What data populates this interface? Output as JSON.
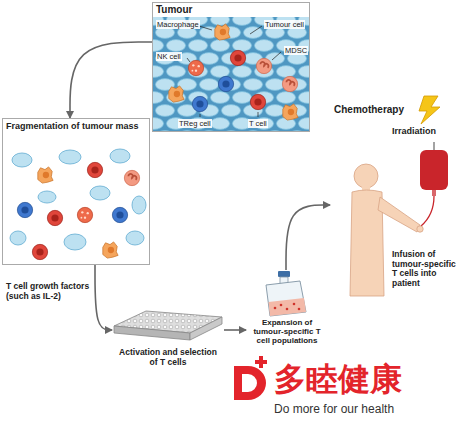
{
  "diagram": {
    "nodes": [
      {
        "text": [
          "Tumour"
        ]
      },
      {
        "text": [
          "Fragmentation of tumour mass"
        ]
      },
      {
        "text": [
          "Activation and selection of T cells"
        ]
      },
      {
        "text": [
          "Expansion of tumour-specific T cell populations"
        ]
      },
      {
        "text": [
          "Chemotherapy",
          "Irradiation",
          "Infusion of tumour-specific T cells into patient"
        ]
      }
    ],
    "edges": [
      {
        "from": 0,
        "to": 1,
        "arrow": "to"
      },
      {
        "from": 1,
        "to": 2,
        "label": "T cell growth factors (such as IL-2)",
        "arrow": "to"
      },
      {
        "from": 2,
        "to": 3,
        "arrow": "to"
      },
      {
        "from": 3,
        "to": 4,
        "arrow": "to"
      }
    ],
    "labels": [
      "Macrophage",
      "Tumour cell",
      "MDSC",
      "NK cell",
      "TReg cell",
      "T cell",
      "多睦健康",
      "Do more for our health"
    ]
  }
}
